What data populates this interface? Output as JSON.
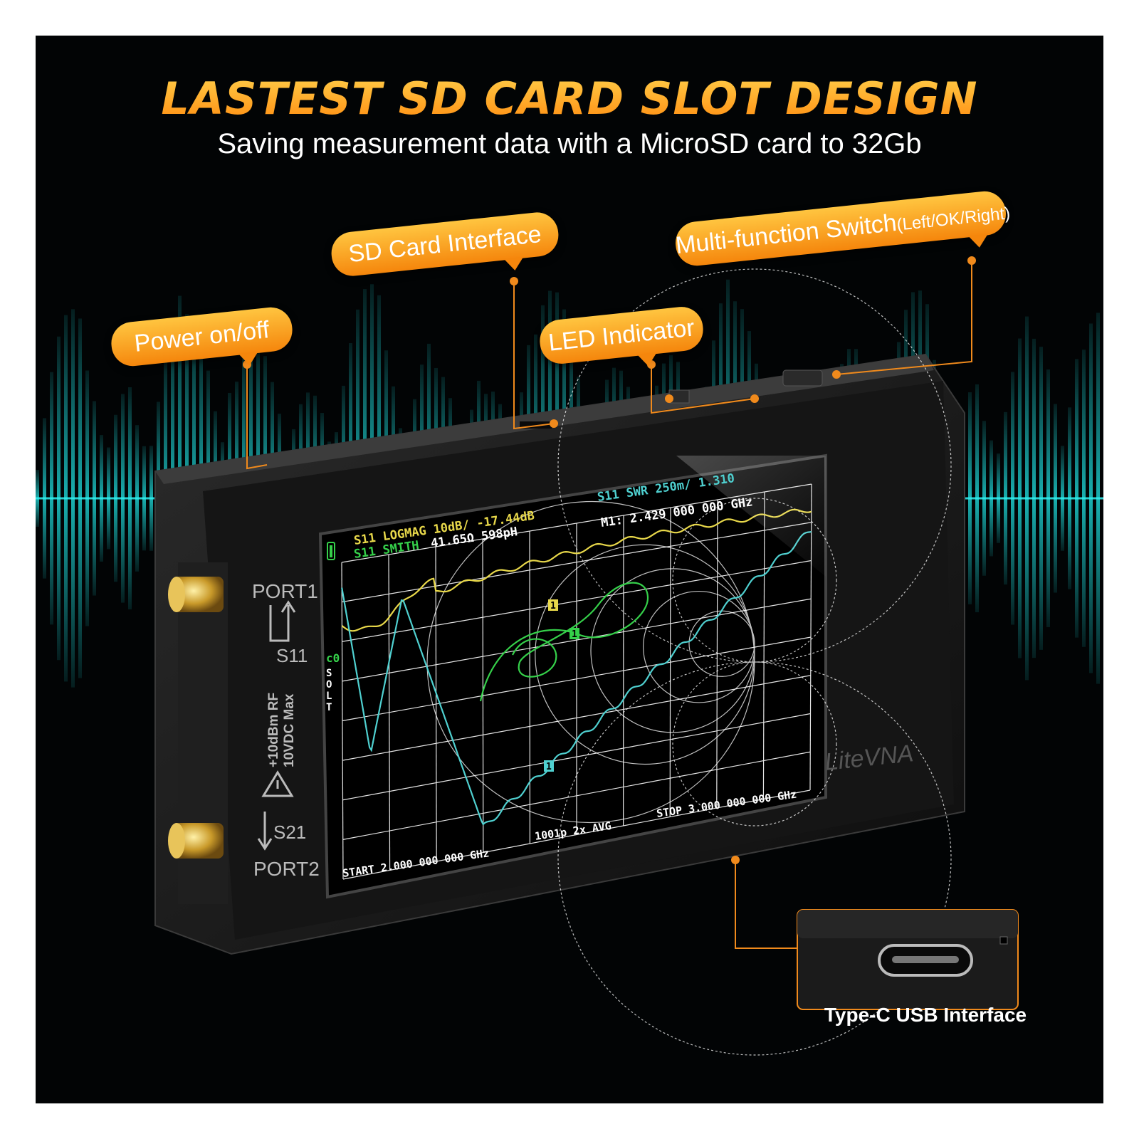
{
  "headline": {
    "title": "LASTEST SD CARD SLOT DESIGN",
    "subtitle": "Saving measurement data with a MicroSD card to 32Gb"
  },
  "callouts": {
    "power": "Power on/off",
    "sd_card": "SD Card Interface",
    "led": "LED Indicator",
    "switch_main": "Multi-function Switch",
    "switch_sub": "(Left/OK/Right)",
    "usb": "Type-C USB Interface"
  },
  "device": {
    "brand": "LiteVNA",
    "port1": "PORT1",
    "port2": "PORT2",
    "s11": "S11",
    "s21": "S21",
    "rating_rf": "+10dBm RF",
    "rating_dc": "10VDC Max"
  },
  "screen": {
    "trace1": "S11 LOGMAG 10dB/ -17.44dB",
    "trace2_name": "S11 SMITH",
    "trace2_value": "41.65Ω 598pH",
    "trace3": "S11 SWR 250m/ 1.310",
    "marker": "M1: 2.429 000 000 GHz",
    "cal_code": "c0",
    "cal_flags": [
      "S",
      "O",
      "L",
      "T"
    ],
    "marker_label": "1",
    "start": "START 2.000 000 000 GHz",
    "points": "1001p 2x AVG",
    "stop": "STOP 3.000 000 000 GHz"
  },
  "colors": {
    "accent": "#f5860c",
    "trace_yellow": "#e8d84a",
    "trace_cyan": "#4fd0d0",
    "trace_green": "#35d04a",
    "grid": "#ffffff",
    "background": "#020405"
  },
  "icons": [
    "battery-icon",
    "warning-triangle-icon",
    "arrow-up-icon",
    "arrow-down-icon",
    "usb-c-port-icon"
  ]
}
